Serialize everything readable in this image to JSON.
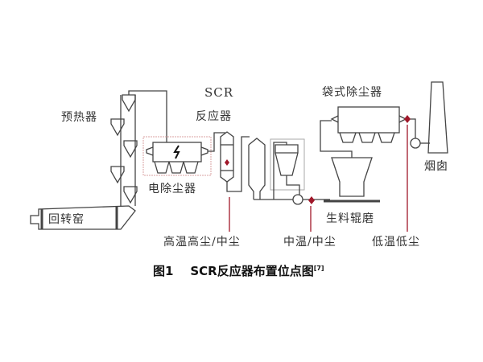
{
  "labels": {
    "kiln": "回转窑",
    "preheater": "预热器",
    "esp": "电除尘器",
    "scr_line1": "SCR",
    "scr_line2": "反应器",
    "bag_filter": "袋式除尘器",
    "raw_mill": "生料辊磨",
    "stack": "烟囱",
    "pos_high": "高温高尘/中尘",
    "pos_mid": "中温/中尘",
    "pos_low": "低温低尘"
  },
  "caption": {
    "figure_no": "图1",
    "title": "SCR反应器布置位点图",
    "ref": "[7]"
  },
  "colors": {
    "line": "#444444",
    "marker": "#a0182a",
    "esp_box": "#d9a0a0",
    "cyclone_box": "#aaaaaa"
  }
}
